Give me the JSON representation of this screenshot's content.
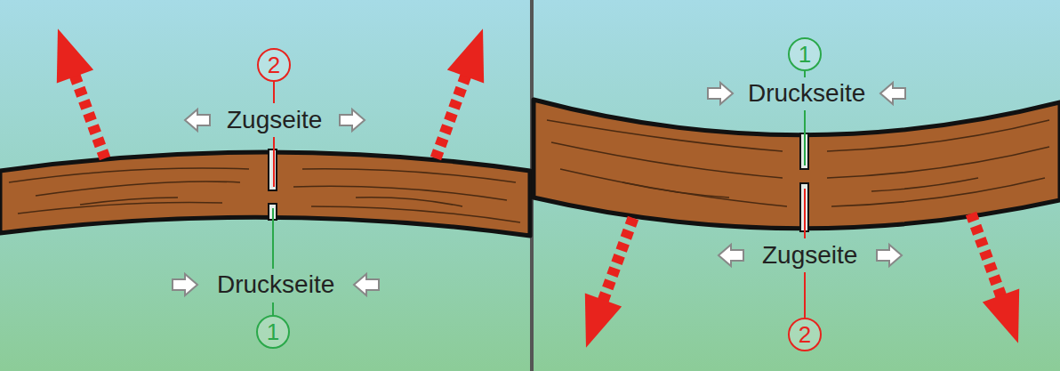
{
  "diagram": {
    "nodes": [
      {
        "text": [
          "2"
        ]
      },
      {
        "text": [
          "1"
        ]
      },
      {
        "text": [
          "1"
        ]
      },
      {
        "text": [
          "2"
        ]
      }
    ],
    "labels": [
      "Zugseite",
      "Druckseite",
      "Druckseite",
      "Zugseite"
    ]
  }
}
